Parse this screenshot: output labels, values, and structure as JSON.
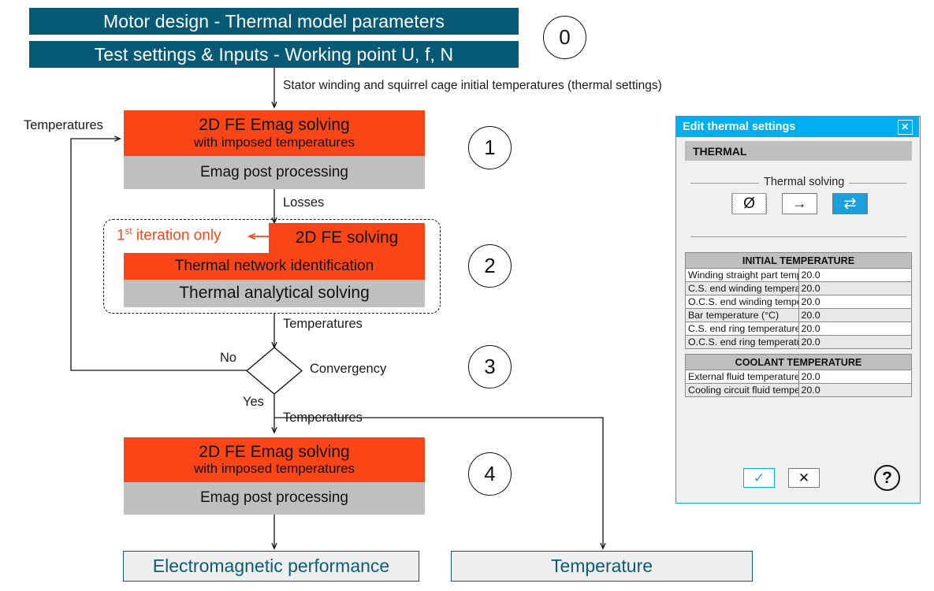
{
  "colors": {
    "teal": "#065A76",
    "orange": "#FA4616",
    "grey": "#BFBFBF",
    "dialog_blue": "#00AEEF",
    "button_blue": "#1BA0DB",
    "output_border": "#0E5B77"
  },
  "flow": {
    "header_bars": [
      {
        "label": "Motor design - Thermal model parameters"
      },
      {
        "label": "Test settings & Inputs - Working point U, f, N"
      }
    ],
    "steps": [
      {
        "number": "0"
      },
      {
        "number": "1"
      },
      {
        "number": "2"
      },
      {
        "number": "3"
      },
      {
        "number": "4"
      }
    ],
    "arrow_labels": {
      "initial_temps": "Stator winding and squirrel cage initial temperatures (thermal settings)",
      "losses": "Losses",
      "temperatures_from_block2": "Temperatures",
      "temperatures_feedback": "Temperatures",
      "temperatures_yes": "Temperatures",
      "no": "No",
      "yes": "Yes"
    },
    "block1": {
      "title": "2D FE Emag solving",
      "subtitle": "with imposed temperatures",
      "footer": "Emag post processing"
    },
    "block2": {
      "note": "1st iteration only",
      "note_sup": "st",
      "note_prefix": "1",
      "note_suffix": " iteration only",
      "arrow_glyph": "←",
      "row1": "2D FE solving",
      "row2": "Thermal network identification",
      "row3": "Thermal analytical solving"
    },
    "decision": {
      "label": "Convergency"
    },
    "block4": {
      "title": "2D FE Emag solving",
      "subtitle": "with imposed temperatures",
      "footer": "Emag post processing"
    },
    "outputs": [
      {
        "label": "Electromagnetic performance"
      },
      {
        "label": "Temperature"
      }
    ]
  },
  "dialog": {
    "title": "Edit thermal settings",
    "close_glyph": "✕",
    "section_header": "THERMAL",
    "fieldset_legend": "Thermal solving",
    "solving_buttons": [
      {
        "name": "no-thermal",
        "glyph": "Ø",
        "selected": false
      },
      {
        "name": "one-way",
        "glyph": "→",
        "selected": false
      },
      {
        "name": "two-way",
        "glyph": "⇄",
        "selected": true
      }
    ],
    "tables": [
      {
        "header": "INITIAL TEMPERATURE",
        "rows": [
          {
            "label": "Winding straight part temperature (°C)",
            "value": "20.0"
          },
          {
            "label": "C.S. end winding temperature (°C)",
            "value": "20.0"
          },
          {
            "label": "O.C.S. end winding temperature (°C)",
            "value": "20.0"
          },
          {
            "label": "Bar temperature (°C)",
            "value": "20.0"
          },
          {
            "label": "C.S. end ring temperature (°C)",
            "value": "20.0"
          },
          {
            "label": "O.C.S. end ring temperature (°C)",
            "value": "20.0"
          }
        ]
      },
      {
        "header": "COOLANT TEMPERATURE",
        "rows": [
          {
            "label": "External fluid temperature (°C)",
            "value": "20.0"
          },
          {
            "label": "Cooling circuit fluid temperature (°C)",
            "value": "20.0"
          }
        ]
      }
    ],
    "footer": {
      "ok_glyph": "✓",
      "cancel_glyph": "✕",
      "help_glyph": "?"
    }
  }
}
